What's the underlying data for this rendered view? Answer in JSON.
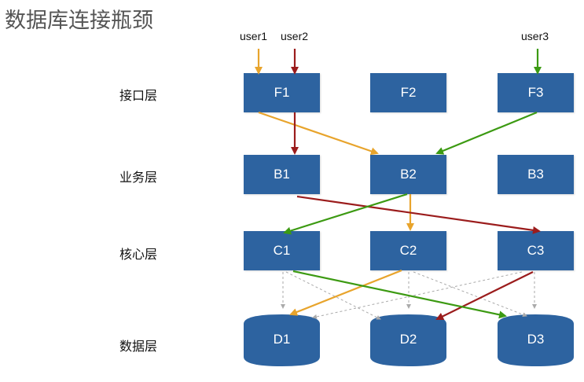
{
  "title": "数据库连接瓶颈",
  "colors": {
    "box": "#2d63a0",
    "user1": "#e8a42c",
    "user2": "#9b1c1c",
    "user3": "#3c9a12",
    "dashed": "#aaaaaa"
  },
  "layers": [
    {
      "label": "接口层",
      "nodes": [
        "F1",
        "F2",
        "F3"
      ]
    },
    {
      "label": "业务层",
      "nodes": [
        "B1",
        "B2",
        "B3"
      ]
    },
    {
      "label": "核心层",
      "nodes": [
        "C1",
        "C2",
        "C3"
      ]
    },
    {
      "label": "数据层",
      "nodes": [
        "D1",
        "D2",
        "D3"
      ]
    }
  ],
  "users": [
    "user1",
    "user2",
    "user3"
  ],
  "paths": [
    {
      "user": "user1",
      "color_key": "user1",
      "route": [
        "user1",
        "F1",
        "B2",
        "C2",
        "D1"
      ]
    },
    {
      "user": "user2",
      "color_key": "user2",
      "route": [
        "user2",
        "F1",
        "B1",
        "C3",
        "D2"
      ]
    },
    {
      "user": "user3",
      "color_key": "user3",
      "route": [
        "user3",
        "F3",
        "B2",
        "C1",
        "D3"
      ]
    }
  ],
  "dashed_links": [
    [
      "C1",
      "D1"
    ],
    [
      "C1",
      "D2"
    ],
    [
      "C2",
      "D1"
    ],
    [
      "C2",
      "D2"
    ],
    [
      "C2",
      "D3"
    ],
    [
      "C3",
      "D1"
    ],
    [
      "C3",
      "D3"
    ]
  ]
}
